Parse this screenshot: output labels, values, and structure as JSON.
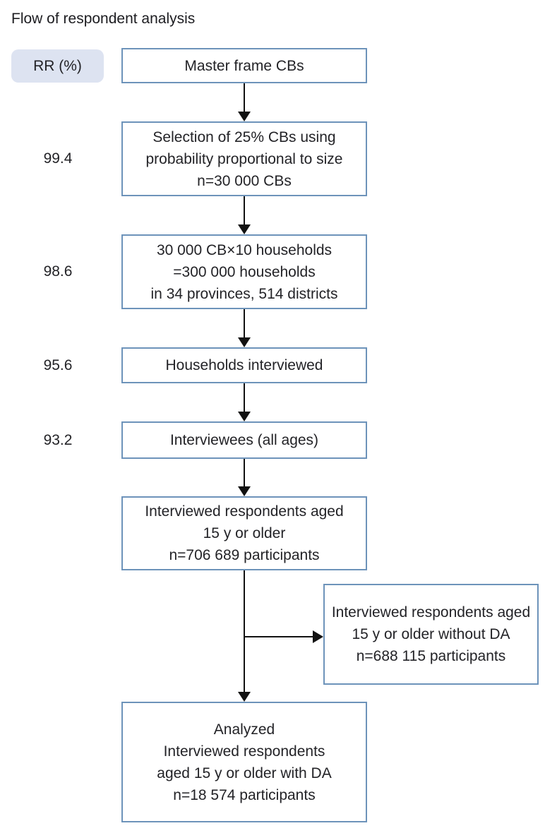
{
  "title": "Flow of respondent analysis",
  "rr_column": {
    "header": "RR (%)",
    "values": [
      "99.4",
      "98.6",
      "95.6",
      "93.2"
    ]
  },
  "flow_boxes": {
    "master": "Master frame CBs",
    "selection": "Selection of 25% CBs using\nprobability proportional to size\nn=30 000 CBs",
    "households_total": "30 000 CB×10 households\n=300 000 households\nin 34 provinces, 514 districts",
    "households_interviewed": "Households interviewed",
    "interviewees": "Interviewees (all ages)",
    "respondents_15plus": "Interviewed respondents aged\n15 y or older\nn=706 689 participants",
    "without_da": "Interviewed respondents aged\n15 y or older without DA\nn=688 115 participants",
    "analyzed": "Analyzed\nInterviewed respondents\naged 15 y or older with DA\nn=18 574 participants"
  },
  "colors": {
    "box_border": "#6d93ba",
    "rr_pill_bg": "#dde3f1",
    "text": "#232327",
    "arrow": "#111111"
  }
}
